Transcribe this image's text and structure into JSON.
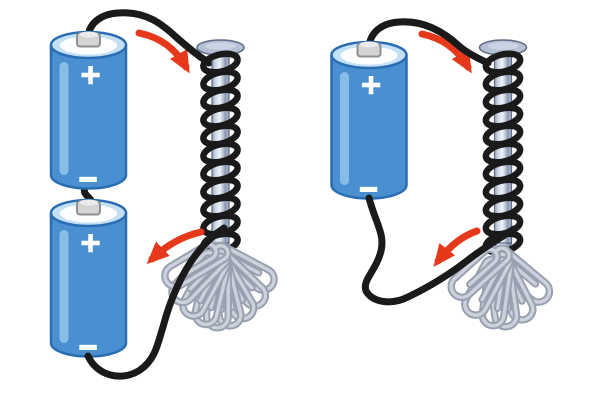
{
  "symbols": {
    "plus": "+",
    "minus": "−"
  },
  "colors": {
    "background": "#ffffff",
    "battery_body": "#4a90d0",
    "battery_outline": "#2a6db3",
    "battery_highlight": "#8fc2ec",
    "battery_top_ring": "#c4e0f4",
    "battery_top_face": "#fdfeff",
    "terminal": "#d4d4d4",
    "terminal_outline": "#8f8f8f",
    "wire": "#1a1a1a",
    "current_arrow": "#e6391b",
    "nail_head": "#b5c0d2",
    "nail_outline": "#5f6b82",
    "paperclip_outline": "#99a1b0",
    "paperclip_fill": "#ccd1db"
  },
  "setups": [
    {
      "id": "two-battery-electromagnet",
      "battery_count": 2,
      "coil_turns": 11,
      "paperclip_count": 9,
      "current_arrow_count": 2
    },
    {
      "id": "one-battery-electromagnet",
      "battery_count": 1,
      "coil_turns": 11,
      "paperclip_count": 6,
      "current_arrow_count": 2
    }
  ]
}
